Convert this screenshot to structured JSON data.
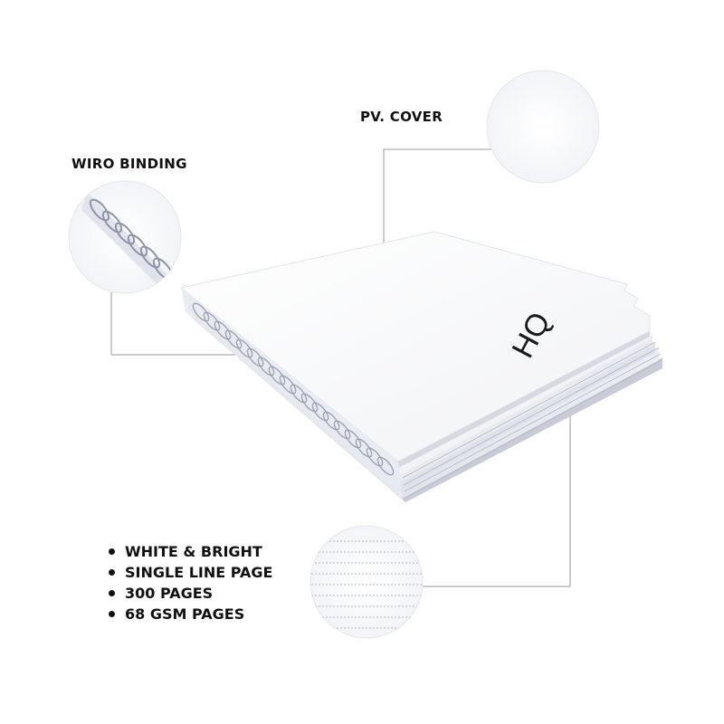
{
  "callouts": {
    "cover": "PV. COVER",
    "binding": "WIRO BINDING"
  },
  "features": [
    "WHITE & BRIGHT",
    "SINGLE LINE PAGE",
    "300 PAGES",
    "68 GSM PAGES"
  ],
  "cover_logo": "HQ"
}
